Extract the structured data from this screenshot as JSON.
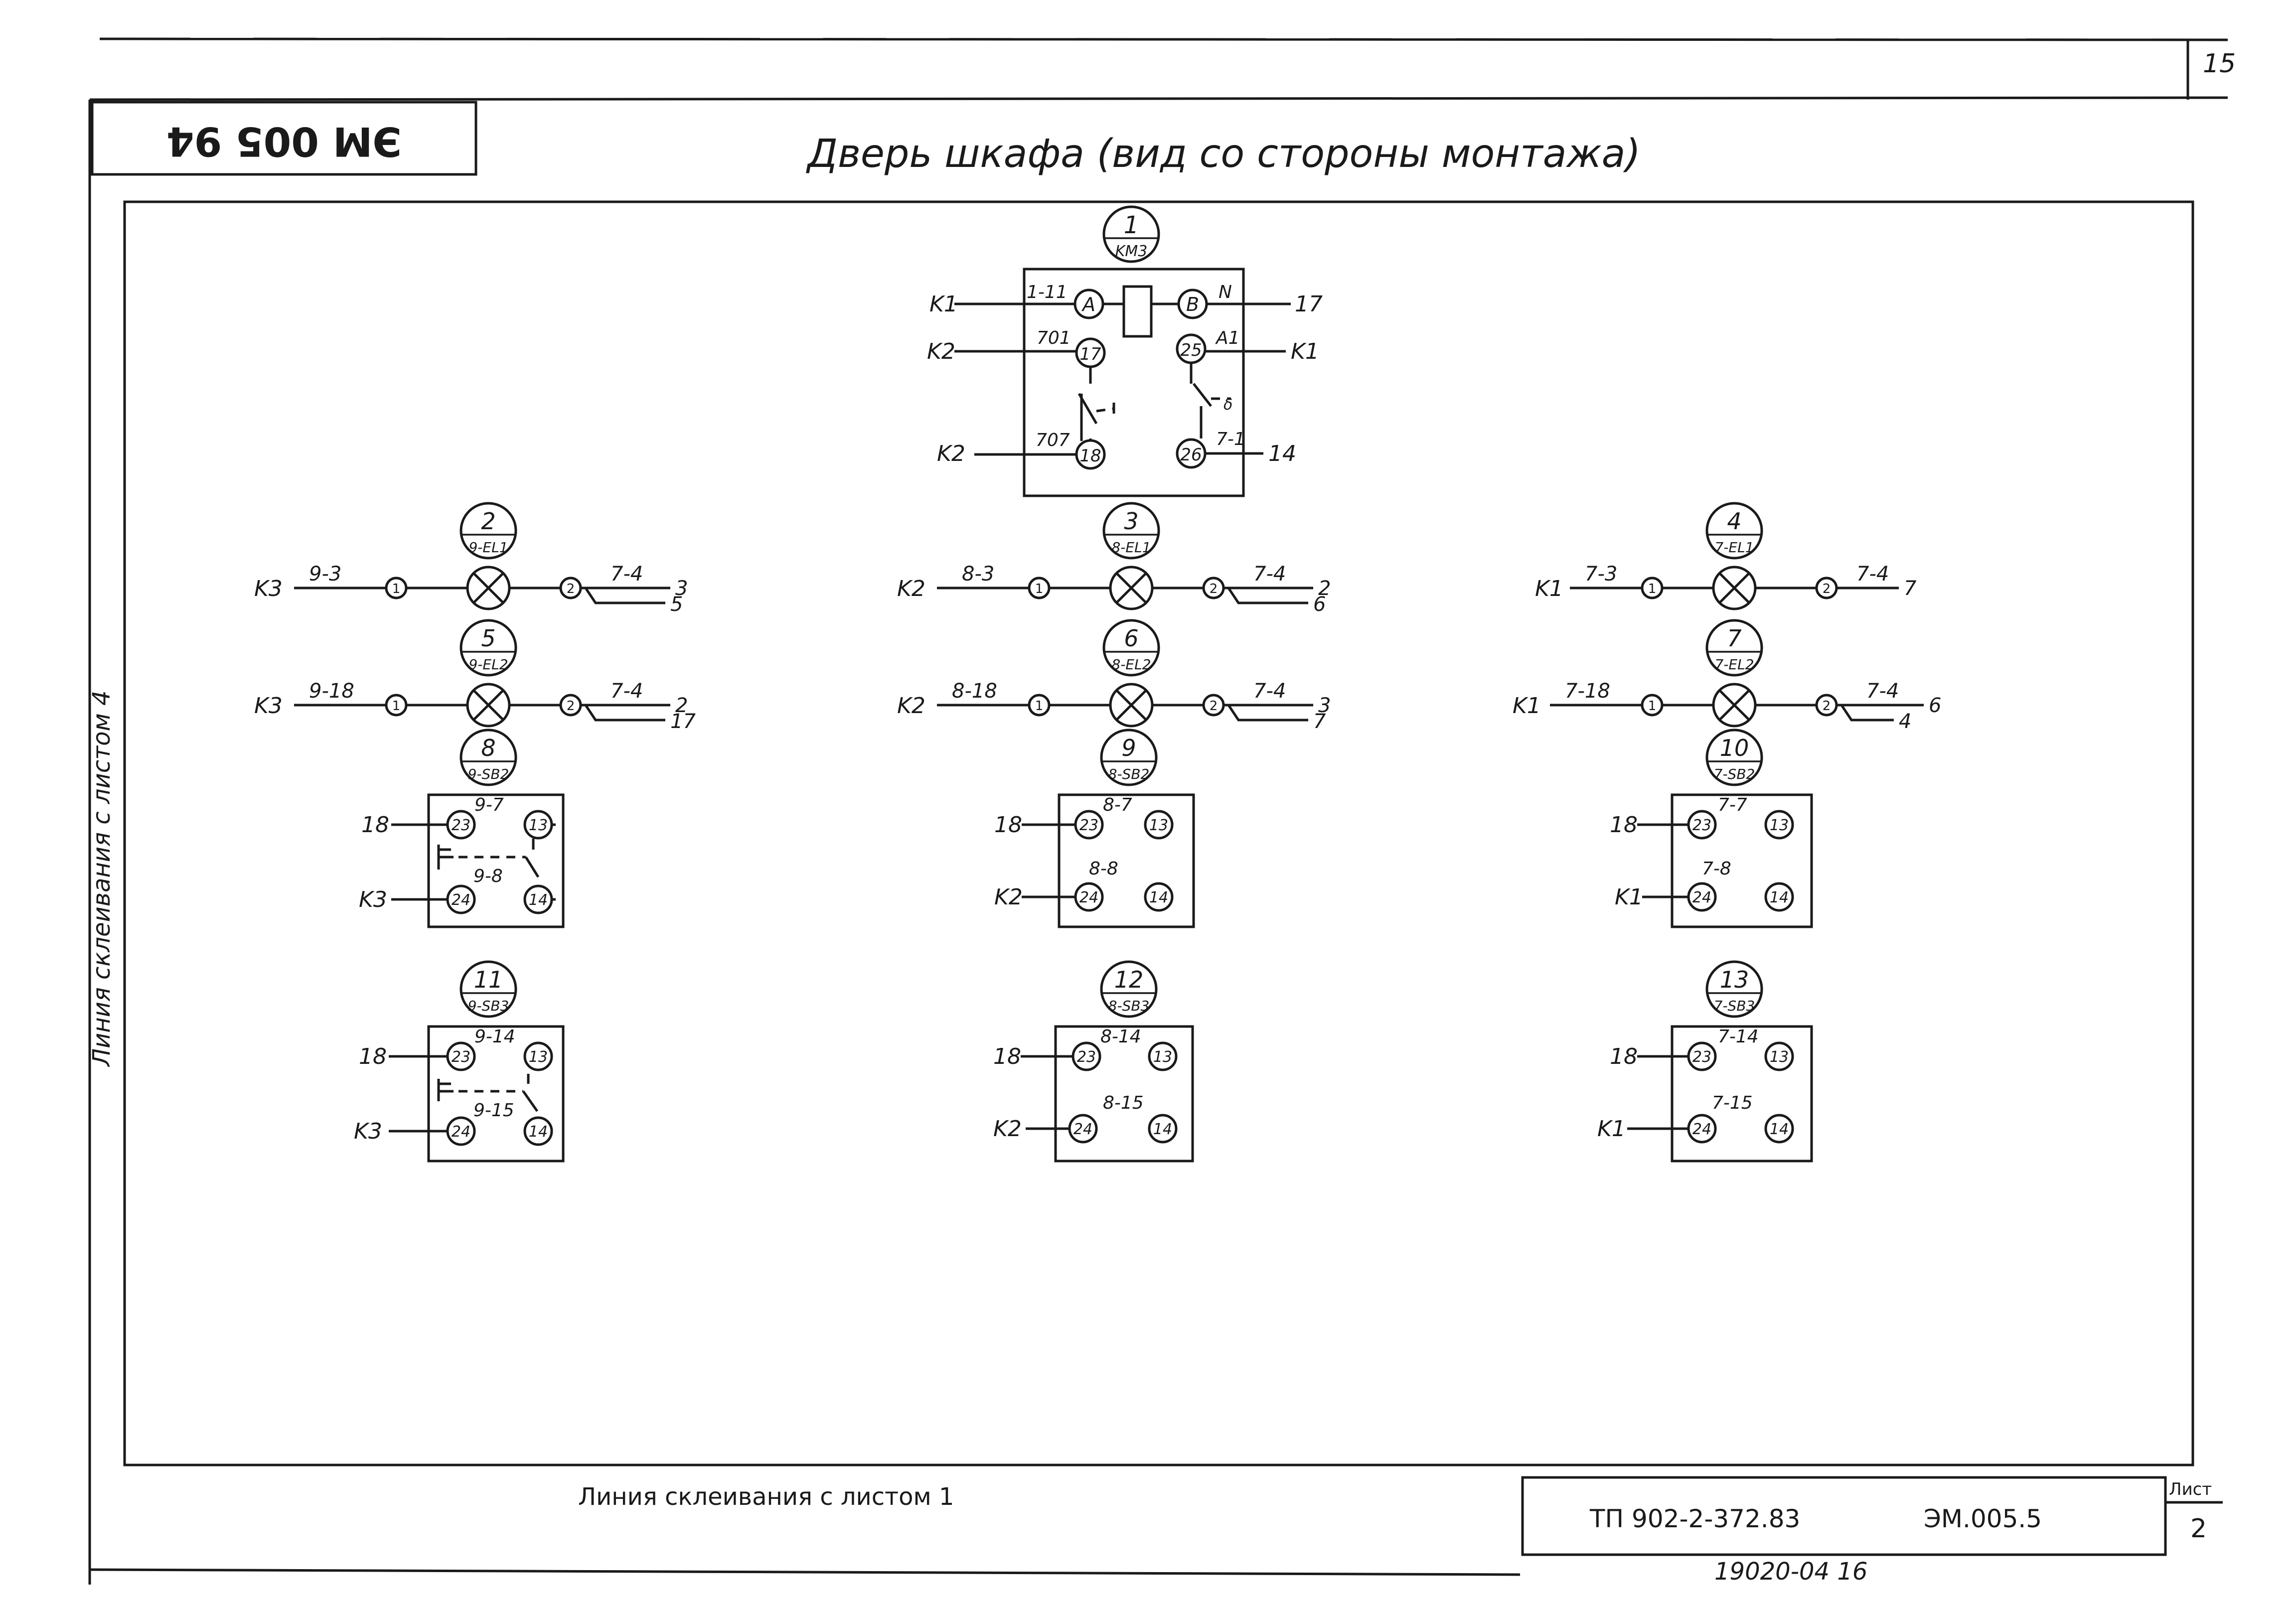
{
  "sheet": {
    "page_corner": "15",
    "stamp_code": "ЭМ 005 94",
    "title": "Дверь шкафа (вид со стороны монтажа)",
    "left_margin_note": "Линия склеивания с листом 4",
    "bottom_note": "Линия склеивания с листом 1",
    "doc_code": "ТП 902-2-372.83",
    "doc_code_suffix": "ЭМ.005.5",
    "sheet_label": "Лист",
    "sheet_number": "2",
    "archive_number": "19020-04 16"
  },
  "units": {
    "u1": {
      "tag_num": "1",
      "tag_ref": "KM3",
      "terminals": [
        "A",
        "B",
        "17",
        "25",
        "18",
        "26"
      ],
      "wires": [
        "1-11",
        "N",
        "701",
        "A1",
        "707",
        "7-1"
      ],
      "targets": [
        "K1",
        "17",
        "K2",
        "K1",
        "K2",
        "14"
      ]
    },
    "lamps": [
      {
        "id": "2",
        "num": "2",
        "ref": "9-EL1",
        "left_target": "K3",
        "left_wire": "9-3",
        "t1": "1",
        "t2": "2",
        "right_wire": "7-4",
        "out1": "3",
        "out2": "5"
      },
      {
        "id": "5",
        "num": "5",
        "ref": "9-EL2",
        "left_target": "K3",
        "left_wire": "9-18",
        "t1": "1",
        "t2": "2",
        "right_wire": "7-4",
        "out1": "2",
        "out2": "17"
      },
      {
        "id": "3",
        "num": "3",
        "ref": "8-EL1",
        "left_target": "K2",
        "left_wire": "8-3",
        "t1": "1",
        "t2": "2",
        "right_wire": "7-4",
        "out1": "2",
        "out2": "6"
      },
      {
        "id": "6",
        "num": "6",
        "ref": "8-EL2",
        "left_target": "K2",
        "left_wire": "8-18",
        "t1": "1",
        "t2": "2",
        "right_wire": "7-4",
        "out1": "3",
        "out2": "7"
      },
      {
        "id": "4",
        "num": "4",
        "ref": "7-EL1",
        "left_target": "K1",
        "left_wire": "7-3",
        "t1": "1",
        "t2": "2",
        "right_wire": "7-4",
        "out1": "7",
        "out2": ""
      },
      {
        "id": "7",
        "num": "7",
        "ref": "7-EL2",
        "left_target": "K1",
        "left_wire": "7-18",
        "t1": "1",
        "t2": "2",
        "right_wire": "7-4",
        "out1": "6",
        "out2": "4"
      }
    ],
    "buttons": [
      {
        "id": "8",
        "num": "8",
        "ref": "9-SB2",
        "top_target": "18",
        "bottom_target": "K3",
        "top_wire": "9-7",
        "bottom_wire": "9-8",
        "t1": "23",
        "t2": "13",
        "t3": "24",
        "t4": "14"
      },
      {
        "id": "11",
        "num": "11",
        "ref": "9-SB3",
        "top_target": "18",
        "bottom_target": "K3",
        "top_wire": "9-14",
        "bottom_wire": "9-15",
        "t1": "23",
        "t2": "13",
        "t3": "24",
        "t4": "14"
      },
      {
        "id": "9",
        "num": "9",
        "ref": "8-SB2",
        "top_target": "18",
        "bottom_target": "K2",
        "top_wire": "8-7",
        "bottom_wire": "8-8",
        "t1": "23",
        "t2": "13",
        "t3": "24",
        "t4": "14"
      },
      {
        "id": "12",
        "num": "12",
        "ref": "8-SB3",
        "top_target": "18",
        "bottom_target": "K2",
        "top_wire": "8-14",
        "bottom_wire": "8-15",
        "t1": "23",
        "t2": "13",
        "t3": "24",
        "t4": "14"
      },
      {
        "id": "10",
        "num": "10",
        "ref": "7-SB2",
        "top_target": "18",
        "bottom_target": "K1",
        "top_wire": "7-7",
        "bottom_wire": "7-8",
        "t1": "23",
        "t2": "13",
        "t3": "24",
        "t4": "14"
      },
      {
        "id": "13",
        "num": "13",
        "ref": "7-SB3",
        "top_target": "18",
        "bottom_target": "K1",
        "top_wire": "7-14",
        "bottom_wire": "7-15",
        "t1": "23",
        "t2": "13",
        "t3": "24",
        "t4": "14"
      }
    ]
  }
}
